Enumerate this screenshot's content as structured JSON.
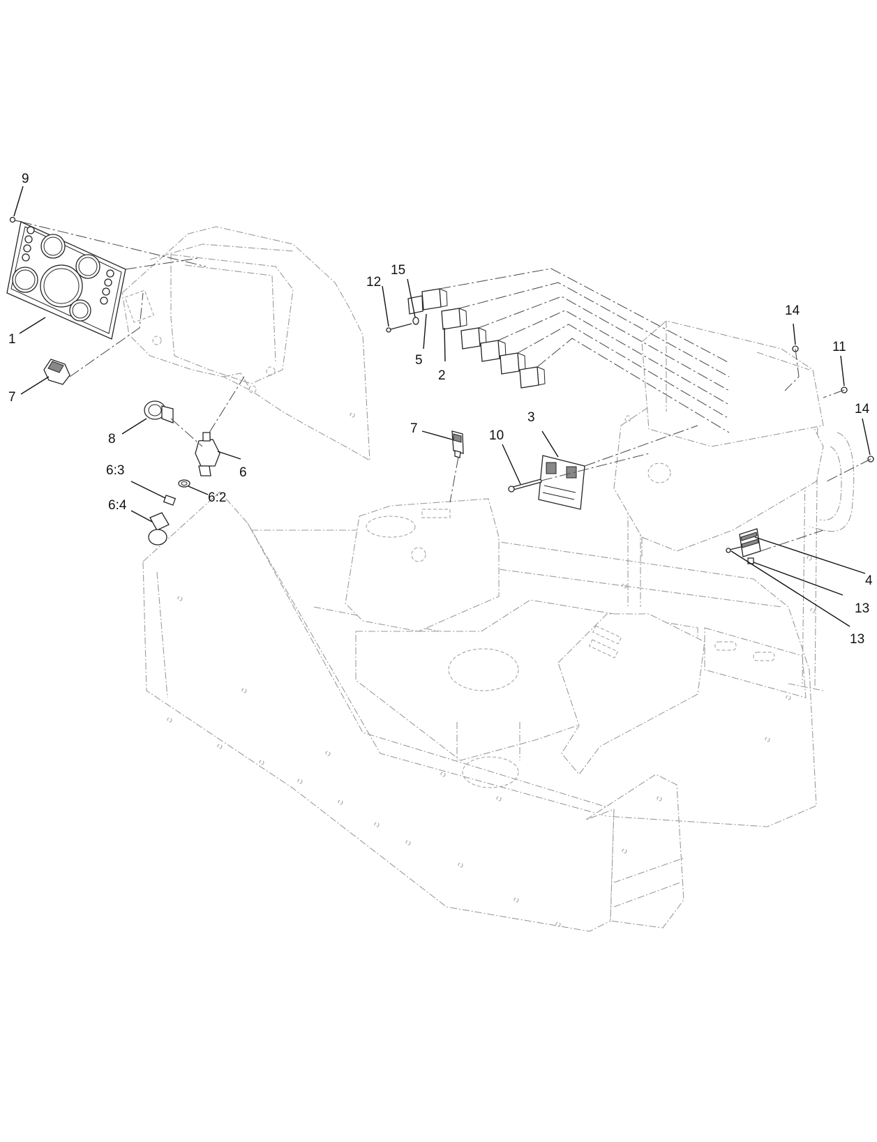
{
  "callouts": [
    {
      "id": "c1",
      "label": "1"
    },
    {
      "id": "c2",
      "label": "2"
    },
    {
      "id": "c3",
      "label": "3"
    },
    {
      "id": "c4",
      "label": "4"
    },
    {
      "id": "c5",
      "label": "5"
    },
    {
      "id": "c6",
      "label": "6"
    },
    {
      "id": "c6_2",
      "label": "6:2"
    },
    {
      "id": "c6_3",
      "label": "6:3"
    },
    {
      "id": "c6_4",
      "label": "6:4"
    },
    {
      "id": "c7a",
      "label": "7"
    },
    {
      "id": "c7b",
      "label": "7"
    },
    {
      "id": "c8",
      "label": "8"
    },
    {
      "id": "c9",
      "label": "9"
    },
    {
      "id": "c10",
      "label": "10"
    },
    {
      "id": "c11",
      "label": "11"
    },
    {
      "id": "c12",
      "label": "12"
    },
    {
      "id": "c13a",
      "label": "13"
    },
    {
      "id": "c13b",
      "label": "13"
    },
    {
      "id": "c14a",
      "label": "14"
    },
    {
      "id": "c14b",
      "label": "14"
    },
    {
      "id": "c15",
      "label": "15"
    }
  ]
}
